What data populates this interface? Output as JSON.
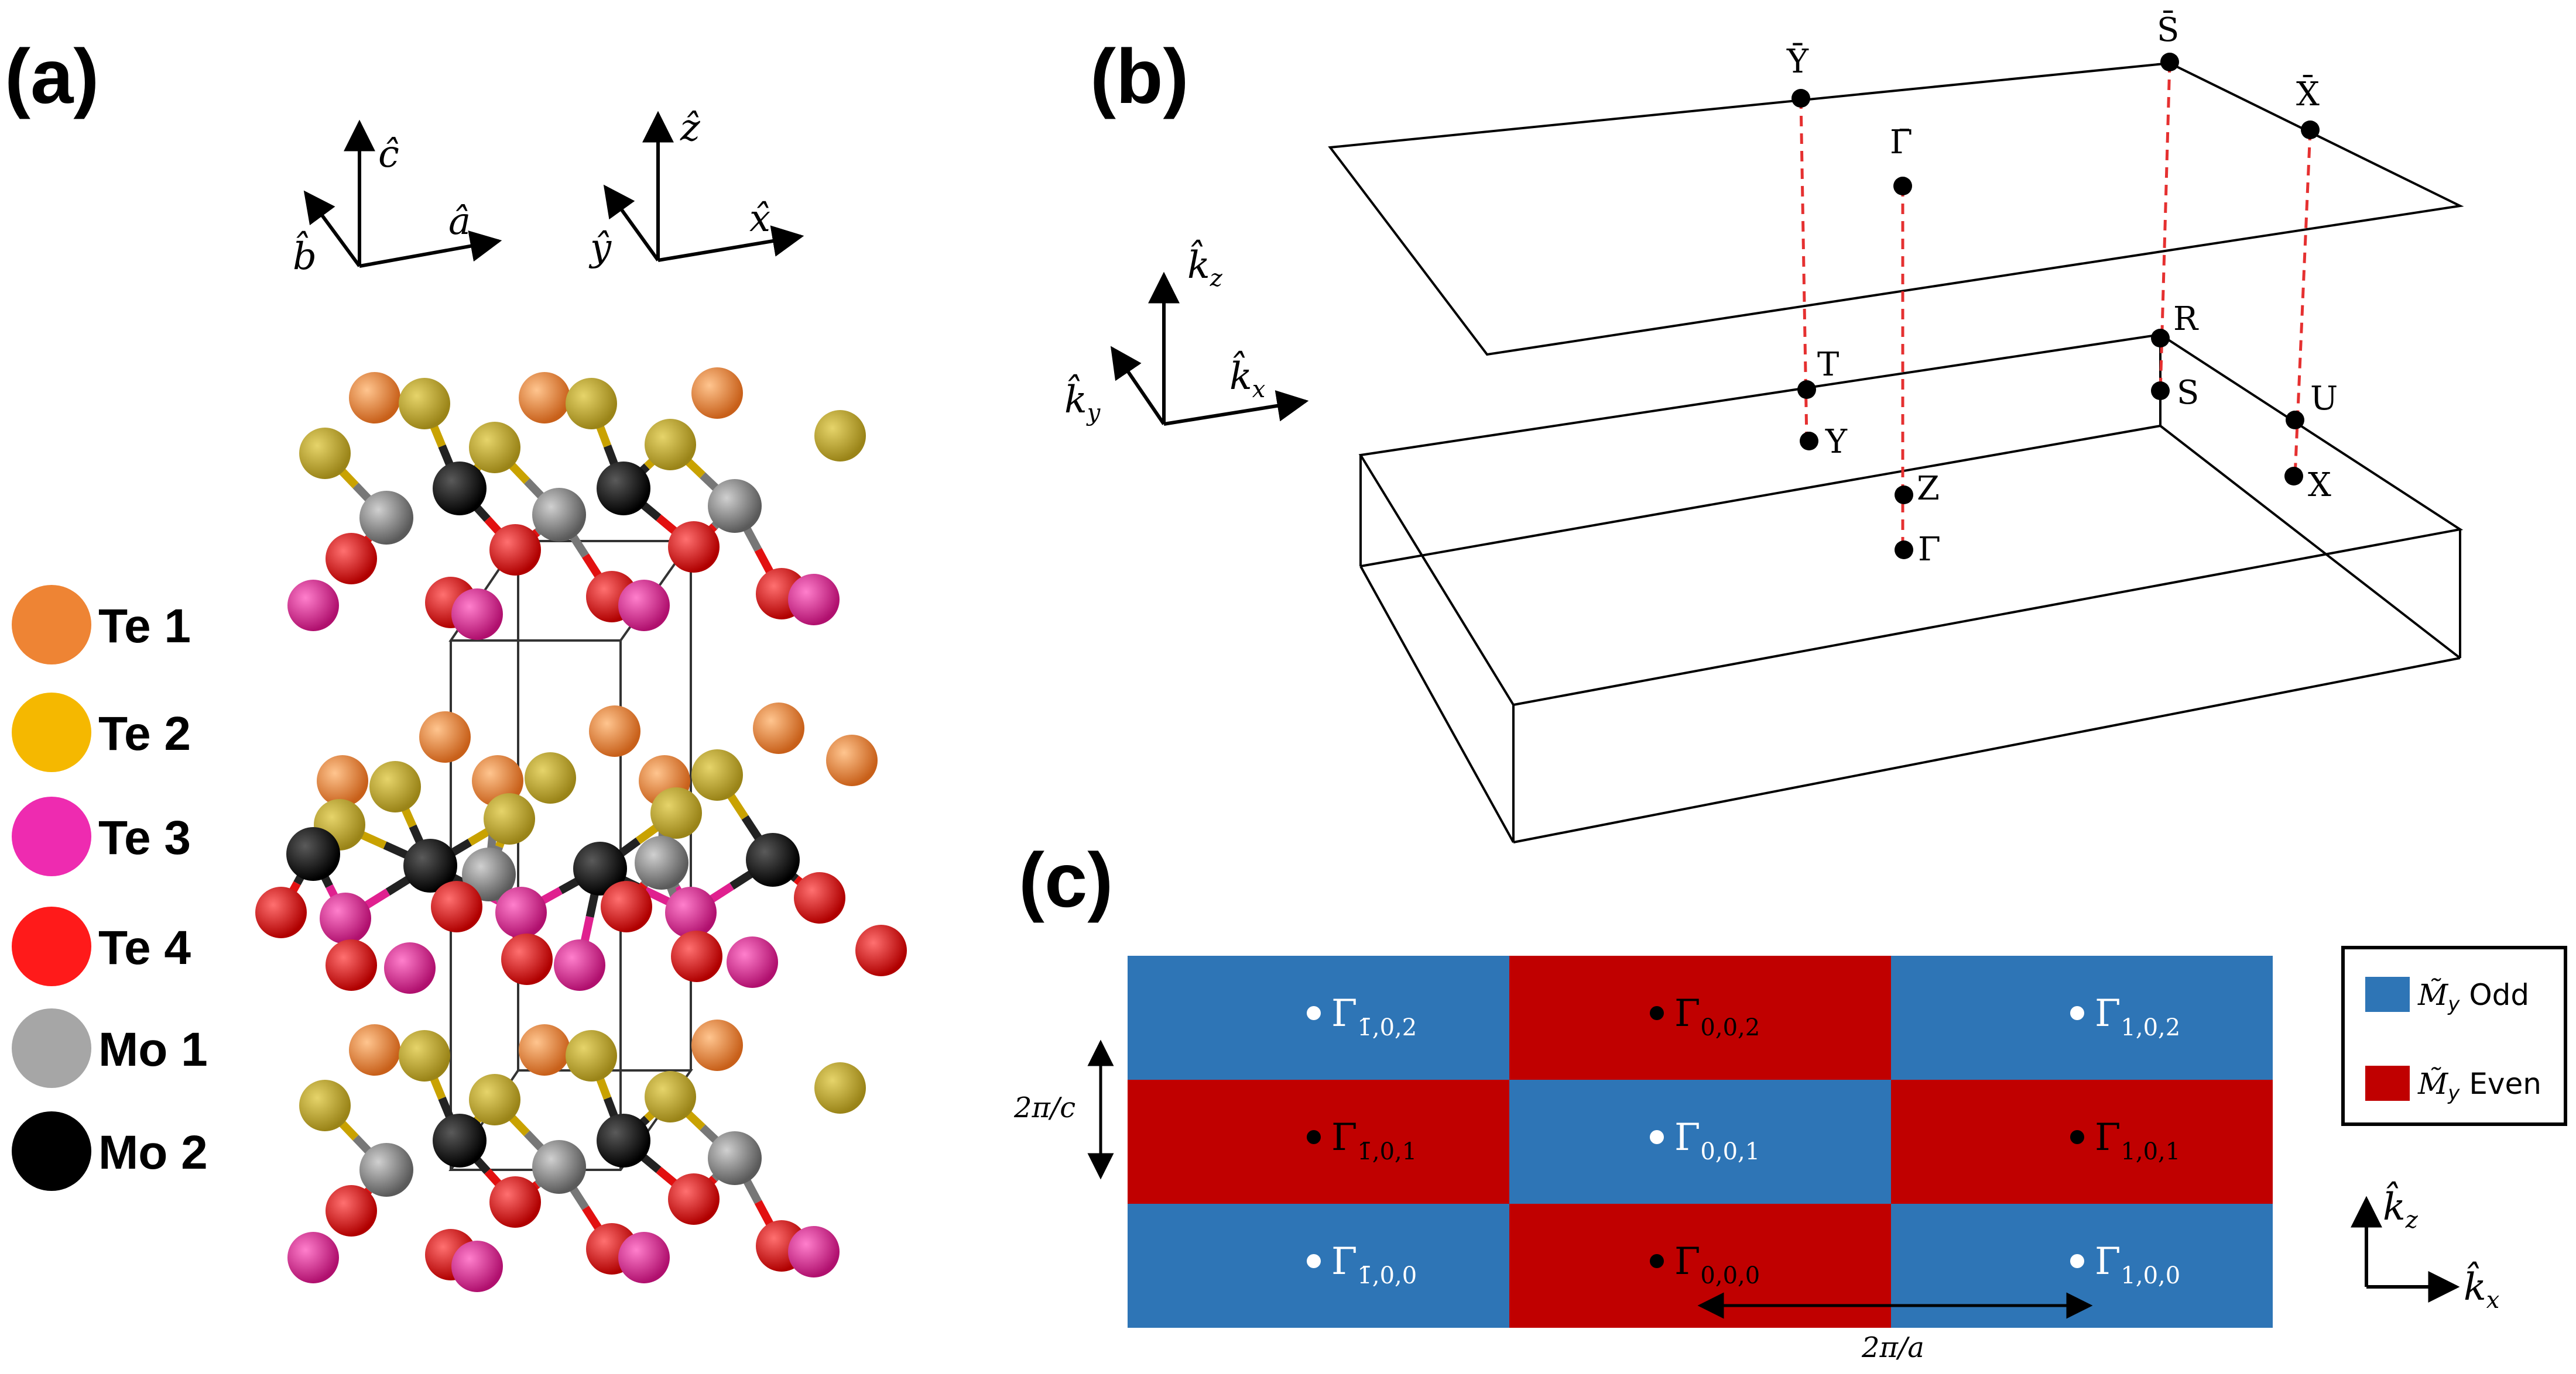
{
  "panels": {
    "a": "(a)",
    "b": "(b)",
    "c": "(c)"
  },
  "crystal_axes": {
    "lattice": {
      "up": "ĉ",
      "side": "â",
      "depth": "b̂"
    },
    "cartesian": {
      "up": "ẑ",
      "side": "x̂",
      "depth": "ŷ"
    }
  },
  "atom_legend": [
    {
      "label": "Te 1",
      "color": "#ee8434"
    },
    {
      "label": "Te 2",
      "color": "#f5b800"
    },
    {
      "label": "Te 3",
      "color": "#ee2bb0"
    },
    {
      "label": "Te 4",
      "color": "#ff1a1a"
    },
    {
      "label": "Mo 1",
      "color": "#a6a6a6"
    },
    {
      "label": "Mo 2",
      "color": "#000000"
    }
  ],
  "bz_axes": {
    "kz": "k̂",
    "kz_sub": "z",
    "kx": "k̂",
    "kx_sub": "x",
    "ky": "k̂",
    "ky_sub": "y"
  },
  "surface_points": {
    "Ybar": "Ȳ",
    "Sbar": "S̄",
    "Xbar": "X̄",
    "Gbar": "Γ̄"
  },
  "bulk_points": {
    "T": "T",
    "Y": "Y",
    "R": "R",
    "S": "S",
    "U": "U",
    "X": "X",
    "Z": "Z",
    "G": "Γ"
  },
  "grid": {
    "colors": {
      "odd": "#2e75b6",
      "even": "#c00000"
    },
    "rows": [
      [
        {
          "main": "Γ",
          "sub": "1̄,0,2",
          "parity": "odd"
        },
        {
          "main": "Γ",
          "sub": "0,0,2",
          "parity": "even"
        },
        {
          "main": "Γ",
          "sub": "1,0,2",
          "parity": "odd"
        }
      ],
      [
        {
          "main": "Γ",
          "sub": "1̄,0,1",
          "parity": "even"
        },
        {
          "main": "Γ",
          "sub": "0,0,1",
          "parity": "odd"
        },
        {
          "main": "Γ",
          "sub": "1,0,1",
          "parity": "even"
        }
      ],
      [
        {
          "main": "Γ",
          "sub": "1̄,0,0",
          "parity": "odd"
        },
        {
          "main": "Γ",
          "sub": "0,0,0",
          "parity": "even"
        },
        {
          "main": "Γ",
          "sub": "1,0,0",
          "parity": "odd"
        }
      ]
    ],
    "spacing_c": "2π/c",
    "spacing_a": "2π/a"
  },
  "parity_legend": [
    {
      "symbol": "M̃",
      "sub": "y",
      "label": "Odd",
      "parity": "odd"
    },
    {
      "symbol": "M̃",
      "sub": "y",
      "label": "Even",
      "parity": "even"
    }
  ],
  "grid_axes": {
    "kz": "k̂",
    "kz_sub": "z",
    "kx": "k̂",
    "kx_sub": "x"
  }
}
